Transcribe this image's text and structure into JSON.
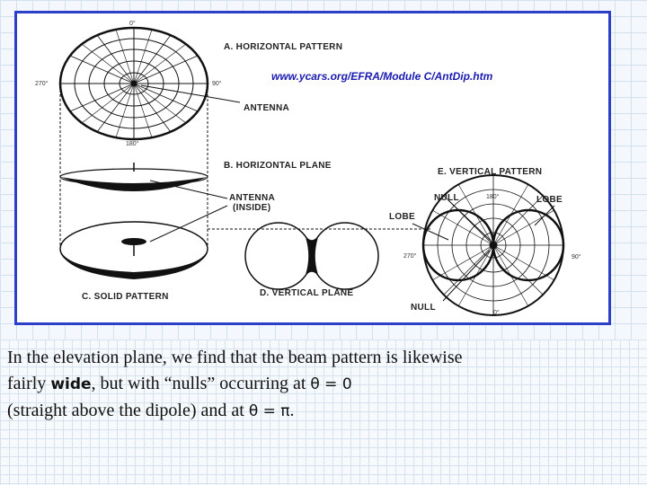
{
  "diagram": {
    "url": "www.ycars.org/EFRA/Module C/AntDip.htm",
    "labels": {
      "horizontal_pattern": "A. HORIZONTAL PATTERN",
      "antenna": "ANTENNA",
      "horizontal_plane": "B. HORIZONTAL PLANE",
      "antenna_inside_1": "ANTENNA",
      "antenna_inside_2": "(INSIDE)",
      "solid_pattern": "C. SOLID PATTERN",
      "vertical_plane": "D. VERTICAL PLANE",
      "vertical_pattern": "E. VERTICAL PATTERN",
      "null_top": "NULL",
      "null_bottom": "NULL",
      "lobe_left": "LOBE",
      "lobe_right": "LOBE"
    },
    "ticks": {
      "a_top": "0°",
      "a_left": "270°",
      "a_right": "90°",
      "a_bottom": "180°",
      "e_top": "180°",
      "e_left": "270°",
      "e_right": "90°",
      "e_bottom": "0°"
    }
  },
  "caption": {
    "line1": "In the elevation plane, we find that the beam pattern is likewise",
    "line2_a": "fairly ",
    "line2_bold": "wide",
    "line2_b": ", but with “nulls” occurring at ",
    "line2_math": "θ = 0",
    "line3_a": "(straight above the dipole) and at ",
    "line3_math": "θ = π",
    "line3_end": "."
  }
}
